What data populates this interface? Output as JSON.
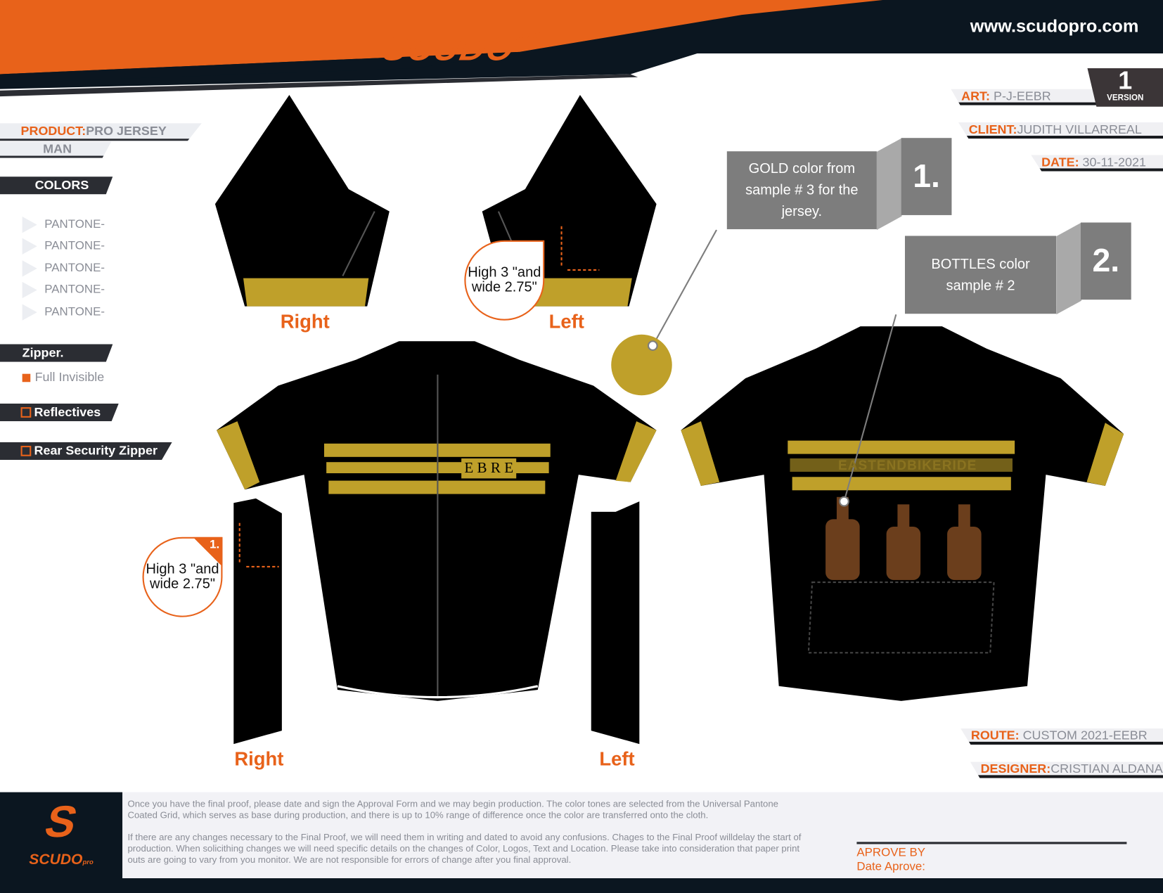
{
  "header": {
    "brand": "SCUDO",
    "brand_suffix": "pro",
    "website": "www.scudopro.com"
  },
  "info": {
    "art_label": "ART:",
    "art_value": "P-J-EEBR",
    "version_number": "1",
    "version_label": "VERSION",
    "client_label": "CLIENT:",
    "client_value": "JUDITH VILLARREAL",
    "date_label": "DATE:",
    "date_value": "30-11-2021",
    "route_label": "ROUTE:",
    "route_value": "CUSTOM 2021-EEBR",
    "designer_label": "DESIGNER:",
    "designer_value": "CRISTIAN ALDANA"
  },
  "product": {
    "label": "PRODUCT:",
    "value": "PRO JERSEY",
    "gender": "MAN"
  },
  "colors": {
    "title": "COLORS",
    "items": [
      "PANTONE-",
      "PANTONE-",
      "PANTONE-",
      "PANTONE-",
      "PANTONE-"
    ]
  },
  "zipper": {
    "title": "Zipper.",
    "option": "Full Invisible"
  },
  "options": {
    "reflectives": "Reflectives",
    "rear_zipper": "Rear Security Zipper",
    "reflectives_checked": false,
    "rear_zipper_checked": false
  },
  "callouts": [
    {
      "number": "1.",
      "text": "GOLD color from sample # 3 for the jersey."
    },
    {
      "number": "2.",
      "text": "BOTTLES color sample # 2"
    }
  ],
  "bubbles": [
    {
      "text": "High 3 \"and wide 2.75\""
    },
    {
      "text": "High 3 \"and wide 2.75\"",
      "badge": "1."
    }
  ],
  "labels": {
    "sleeve_right": "Right",
    "sleeve_left": "Left",
    "arm_right": "Right",
    "arm_left": "Left"
  },
  "jersey": {
    "back_text": "EASTENDBIKERIDE",
    "logo_letters": "E B R E"
  },
  "colors_palette": {
    "gold": "#bfa02a",
    "black": "#000000",
    "orange": "#e8621a",
    "navy": "#0b1620",
    "grey": "#7d7d7d"
  },
  "footer": {
    "paragraph1": "Once you have the final proof, please date and sign the Approval Form and we may begin production. The color tones are selected from the Universal Pantone Coated Grid, which serves as base during production, and there is up to 10% range of difference once the color are transferred onto the cloth.",
    "paragraph2": "If there are any changes necessary to the Final Proof, we will need them in writing and dated to avoid any confusions. Chages to the Final Proof willdelay the start of production. When solicithing changes we will need specific details on the changes of Color, Logos, Text and Location.  Please take into consideration that paper print outs are going to vary from you monitor. We are not responsible for errors of change after you final approval.",
    "approve_by": "APROVE BY",
    "date_approve": "Date Aprove:"
  }
}
